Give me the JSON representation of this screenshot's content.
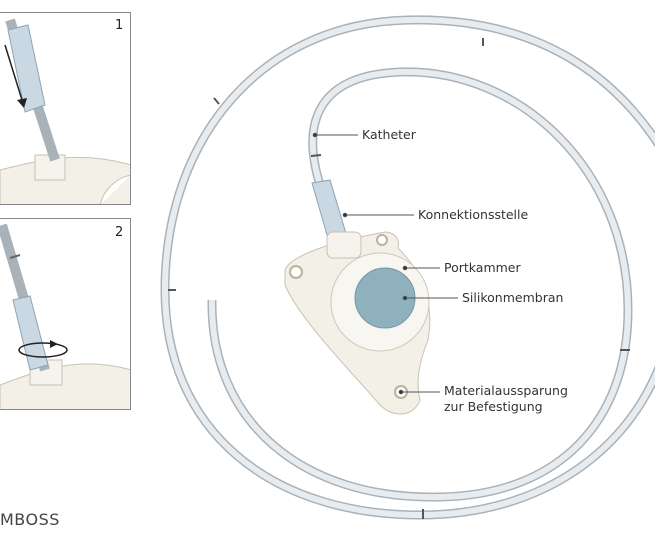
{
  "steps": [
    {
      "number": "1"
    },
    {
      "number": "2"
    }
  ],
  "labels": {
    "katheter": "Katheter",
    "konnektionsstelle": "Konnektionsstelle",
    "portkammer": "Portkammer",
    "silikonmembran": "Silikonmembran",
    "materialaussparung_line1": "Materialaussparung",
    "materialaussparung_line2": "zur Befestigung"
  },
  "brand": "MBOSS",
  "colors": {
    "tube": "#dfe4e8",
    "tube_outline": "#a9b2b9",
    "port_body": "#f3f0e8",
    "membrane": "#8fb0bd"
  }
}
